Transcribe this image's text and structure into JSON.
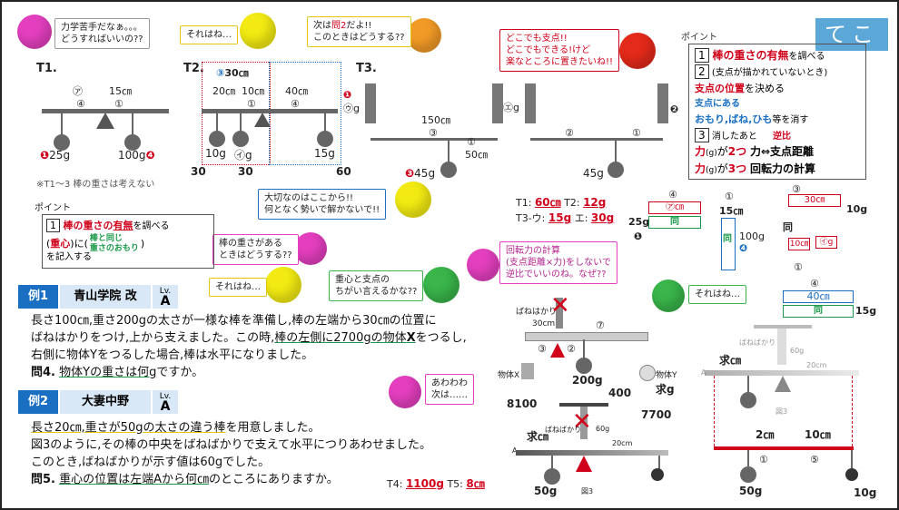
{
  "corner_badge": "てこ",
  "speech": {
    "s1": "力学苦手だなぁ。。。\nどうすればいいの??",
    "s2": "それはね…",
    "s3a": "次は",
    "s3b": "問2",
    "s3c": "だよ!!\nこのときはどうする??",
    "s4": "どこでも支点!!\nどこでもできる!けど\n楽なところに置きたいね!!",
    "s5": "大切なのはここから!!\n何となく勢いで解かないで!!",
    "s6": "棒の重さがある\nときはどうする??",
    "s7": "それはね…",
    "s8": "重心と支点の\nちがい言えるかな??",
    "s9": "回転力の計算\n(支点距離×力)をしないで\n逆比でいいのね。なぜ??",
    "s10": "それはね…",
    "s11": "あわわわ\n次は……"
  },
  "point_box": {
    "header": "ポイント",
    "items": [
      {
        "num": "1",
        "a": "棒の重さの有無",
        "b": "を調べる"
      },
      {
        "num": "2",
        "a": "(支点が描かれていないとき)",
        "b": "支点の位置",
        "c": "を決める",
        "d": "支点にある",
        "e": "おもり,ばね,ひも",
        "f": "等を消す"
      },
      {
        "num": "3",
        "a": "消したあと",
        "b": "逆比",
        "c": "力",
        "d": "(g)",
        "e": "が",
        "f": "2つ",
        "g": "力⇔支点距離",
        "h": "3つ",
        "i": "回転力の計算"
      }
    ]
  },
  "point_box2": {
    "header": "ポイント",
    "num": "1",
    "a": "棒の重さの",
    "b": "有無",
    "c": "を調べる",
    "d": "(",
    "e": "重心",
    "f": ")に(",
    "g": "棒と同じ\n重さのおもり",
    "h": ")",
    "i": "を記入する"
  },
  "t1": {
    "title": "T1.",
    "a": "㋐",
    "d15": "15㎝",
    "c4": "④",
    "c1": "①",
    "n1": "❶",
    "w25": "25g",
    "w100": "100g",
    "n4": "❹",
    "note": "※T1～3 棒の重さは考えない"
  },
  "t2": {
    "title": "T2.",
    "c3": "③",
    "d30": "30㎝",
    "d20": "20㎝",
    "d10": "10㎝",
    "d40": "40㎝",
    "c1": "①",
    "c4": "④",
    "w10": "10g",
    "i": "㋑",
    "g": "g",
    "w15": "15g",
    "a30": "30",
    "b30": "30",
    "a60": "60"
  },
  "t3": {
    "title": "T3.",
    "n1": "❶",
    "u": "㋒",
    "g1": "g",
    "e": "㋓",
    "g2": "g",
    "n2": "❷",
    "d150": "150㎝",
    "c3": "③",
    "c1": "①",
    "d50": "50㎝",
    "c2": "②",
    "c1b": "①",
    "n3": "❸",
    "w45": "45g",
    "w45b": "45g"
  },
  "answers": {
    "a1": "T1:",
    "v1": "60㎝",
    "a2": "T2:",
    "v2": "12g",
    "a3": "T3-ウ:",
    "v3": "15g",
    "a4": "エ:",
    "v4": "30g",
    "a5": "T4:",
    "v5": "1100g",
    "a6": "T5:",
    "v6": "8㎝"
  },
  "mini": {
    "m1": {
      "c4": "④",
      "a": "㋐㎝",
      "w25": "25g",
      "same": "同",
      "n1": "❶"
    },
    "m2": {
      "c1": "①",
      "d15": "15㎝",
      "same": "同",
      "w100": "100g",
      "n4": "❹"
    },
    "m3": {
      "c3": "③",
      "d30": "30㎝",
      "w10": "10g",
      "same": "同",
      "d10": "10㎝",
      "i": "㋑g",
      "c1": "①"
    },
    "m4": {
      "c4": "④",
      "d40": "40㎝",
      "same": "同",
      "w15": "15g"
    }
  },
  "ex1": {
    "tag": "例1",
    "school": "青山学院 改",
    "lv": "Lv.",
    "lvv": "A",
    "p1": "長さ100㎝,重さ200gの太さが一様な棒を準備し,棒の左端から30㎝の位置に",
    "p2": "ばねはかりをつけ,上から支えました。この時,",
    "p2u": "棒の左側に2700gの物体",
    "p2x": "X",
    "p2e": "をつるし,",
    "p3": "右側に物体Yをつるした場合,棒は水平になりました。",
    "q": "問4.",
    "q1u": "物体Yの重さは何g",
    "q2": "ですか。"
  },
  "ex2": {
    "tag": "例2",
    "school": "大妻中野",
    "lv": "Lv.",
    "lvv": "A",
    "p1u": "長さ20㎝,重さが50gの太さの違う棒",
    "p1": "を用意しました。",
    "p2": "図3のように,その棒の中央をばねばかりで支えて水平につりあわせました。",
    "p3": "このとき,ばねばかりが示す値は60gでした。",
    "q": "問5.",
    "qu": "重心の位置は左端Aから何㎝",
    "q2": "のところにありますか。"
  },
  "fig1": {
    "spring": "ばねはかり",
    "d30": "30cm",
    "c7": "⑦",
    "c3": "③",
    "c2": "②",
    "w200": "200g",
    "objX": "物体X",
    "objY": "物体Y",
    "v8100": "8100",
    "v400": "400",
    "ask": "求g",
    "v7700": "7700"
  },
  "fig2": {
    "spring": "ばねばかり",
    "g60": "60g",
    "ask": "求㎝",
    "a": "A",
    "d20": "20cm",
    "w50": "50g",
    "fig": "図3"
  },
  "fig3": {
    "spring": "ばねばかり",
    "g60": "60g",
    "ask": "求㎝",
    "a": "A",
    "d20": "20cm",
    "fig": "図3",
    "c2": "2㎝",
    "c10": "10㎝",
    "c1": "①",
    "c5": "⑤",
    "w50": "50g",
    "w10": "10g"
  }
}
